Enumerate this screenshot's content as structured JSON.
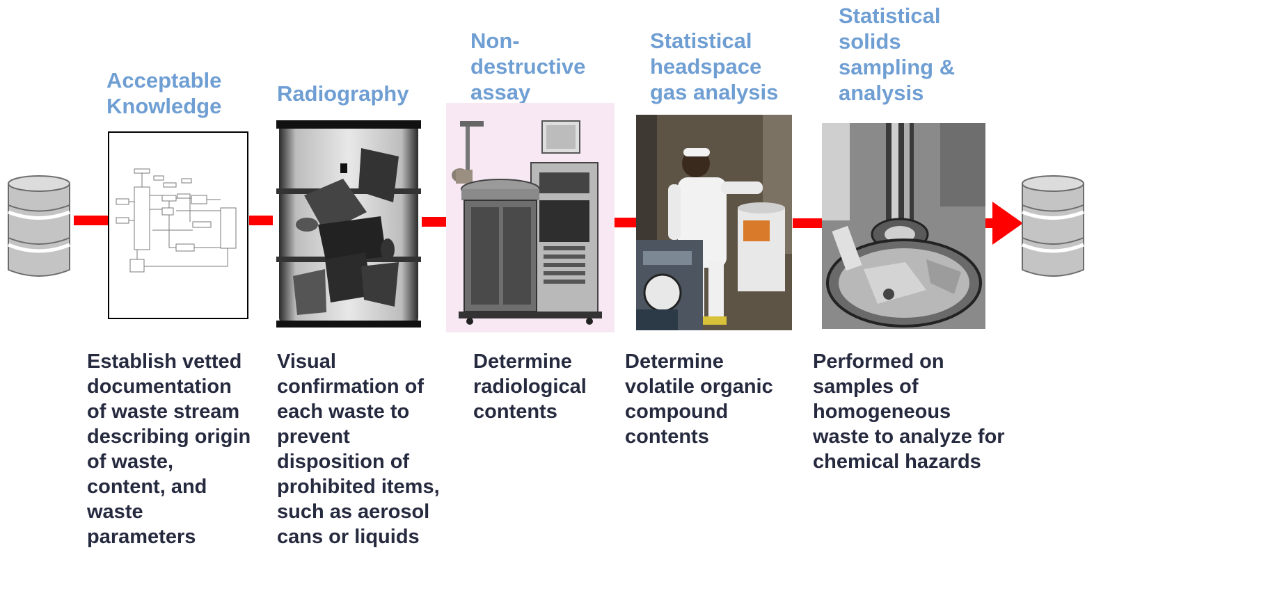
{
  "steps": [
    {
      "title": "Acceptable Knowledge",
      "description": "Establish vetted documentation of waste stream describing origin of waste, content, and waste parameters",
      "image": "flowchart-document-image"
    },
    {
      "title": "Radiography",
      "description": "Visual confirmation of each waste to prevent disposition of prohibited items, such as aerosol cans or liquids",
      "image": "xray-drum-image"
    },
    {
      "title": "Non-destructive assay",
      "description": "Determine radiological contents",
      "image": "assay-machine-image"
    },
    {
      "title": "Statistical headspace gas analysis",
      "description": "Determine volatile organic compound contents",
      "image": "worker-gas-sampling-image"
    },
    {
      "title": "Statistical solids sampling & analysis",
      "description": "Performed on samples of homogeneous waste to analyze for chemical hazards",
      "image": "drum-coring-image"
    }
  ],
  "icons": {
    "input": "waste-drum-icon",
    "output": "waste-drum-icon"
  },
  "colors": {
    "title": "#6f9ed3",
    "description": "#262a3f",
    "arrow": "#ff0000",
    "drum": "#c0c0c0"
  }
}
